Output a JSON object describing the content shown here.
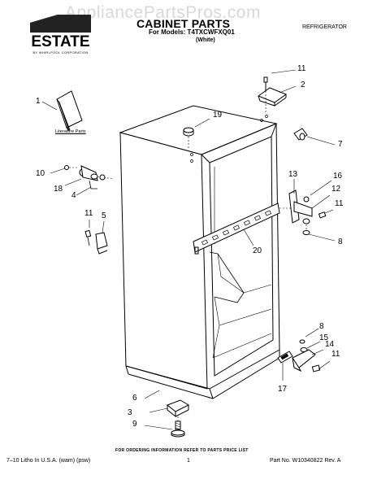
{
  "watermark": "AppliancePartsPros.com",
  "brand": {
    "name": "ESTATE",
    "tagline": "BY WHIRLPOOL CORPORATION"
  },
  "header": {
    "title": "CABINET PARTS",
    "models": "For Models: T4TXCWFXQ01",
    "color": "(White)",
    "appliance": "REFRIGERATOR"
  },
  "literature_label": "Literature Parts",
  "callouts": {
    "n1": "1",
    "n2": "2",
    "n3": "3",
    "n4": "4",
    "n5": "5",
    "n6": "6",
    "n7": "7",
    "n8a": "8",
    "n8b": "8",
    "n9": "9",
    "n10": "10",
    "n11a": "11",
    "n11b": "11",
    "n11c": "11",
    "n11d": "11",
    "n12": "12",
    "n13": "13",
    "n14": "14",
    "n15": "15",
    "n16": "16",
    "n17": "17",
    "n18": "18",
    "n19": "19",
    "n20": "20"
  },
  "footer": {
    "order_note": "FOR ORDERING INFORMATION REFER TO PARTS PRICE LIST",
    "left": "7–10 Litho In U.S.A. (wam) (psw)",
    "page": "1",
    "part_no": "Part No. W10340822 Rev. A"
  }
}
